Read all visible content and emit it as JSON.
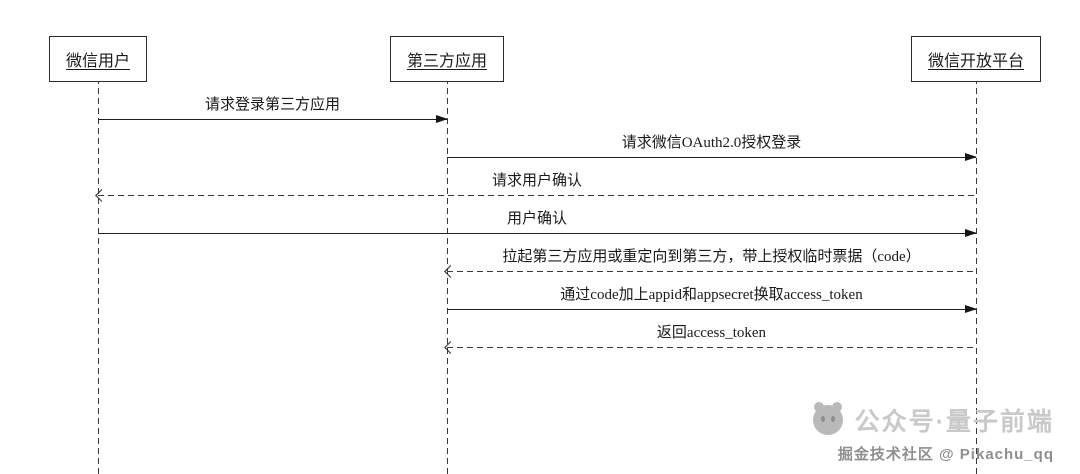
{
  "diagram": {
    "actors": [
      {
        "label": "微信用户"
      },
      {
        "label": "第三方应用"
      },
      {
        "label": "微信开放平台"
      }
    ],
    "messages": [
      {
        "label": "请求登录第三方应用",
        "from": "微信用户",
        "to": "第三方应用",
        "line": "solid"
      },
      {
        "label": "请求微信OAuth2.0授权登录",
        "from": "第三方应用",
        "to": "微信开放平台",
        "line": "solid"
      },
      {
        "label": "请求用户确认",
        "from": "微信开放平台",
        "to": "微信用户",
        "line": "dashed"
      },
      {
        "label": "用户确认",
        "from": "微信用户",
        "to": "微信开放平台",
        "line": "solid"
      },
      {
        "label": "拉起第三方应用或重定向到第三方，带上授权临时票据（code）",
        "from": "微信开放平台",
        "to": "第三方应用",
        "line": "dashed"
      },
      {
        "label": "通过code加上appid和appsecret换取access_token",
        "from": "第三方应用",
        "to": "微信开放平台",
        "line": "solid"
      },
      {
        "label": "返回access_token",
        "from": "微信开放平台",
        "to": "第三方应用",
        "line": "dashed"
      }
    ],
    "colors": {
      "line": "#1f1f1f",
      "watermark_brand": "#c9c9c9",
      "watermark_credit": "#8f8f8f"
    },
    "watermark": {
      "brand": "公众号·量子前端",
      "credit": "掘金技术社区 @ Pikachu_qq"
    }
  }
}
